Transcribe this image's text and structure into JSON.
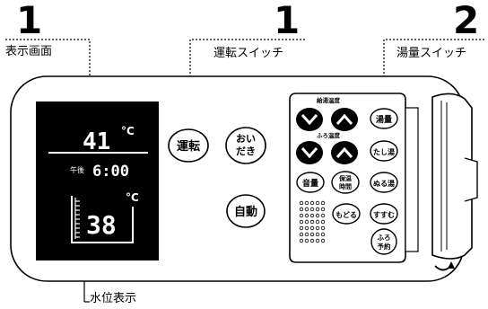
{
  "callouts": {
    "display": {
      "number": "1",
      "label": "表示画面"
    },
    "power": {
      "number": "1",
      "label": "運転スイッチ"
    },
    "volume": {
      "number": "2",
      "label": "湯量スイッチ"
    },
    "water_level": {
      "label": "水位表示"
    }
  },
  "display_screen": {
    "supply_temp": "41",
    "supply_unit": "°C",
    "timer_label": "午後",
    "clock": "6:00",
    "bath_temp": "38",
    "bath_unit": "°C"
  },
  "main_buttons": {
    "power": "運転",
    "reheat_line1": "おい",
    "reheat_line2": "だき",
    "auto": "自動"
  },
  "panel_buttons": {
    "supply_temp_label": "給湯温度",
    "bath_temp_label": "ふろ温度",
    "volume": "湯量",
    "add_hot": "たし湯",
    "sound": "音量",
    "timer_line1": "保温",
    "timer_line2": "時間",
    "lukewarm": "ぬる湯",
    "back": "もどる",
    "rinse": "すすむ",
    "bath_line1": "ふろ",
    "bath_line2": "予約"
  },
  "colors": {
    "ink": "#000000",
    "display_bg": "#000000",
    "display_fg": "#ffffff"
  }
}
